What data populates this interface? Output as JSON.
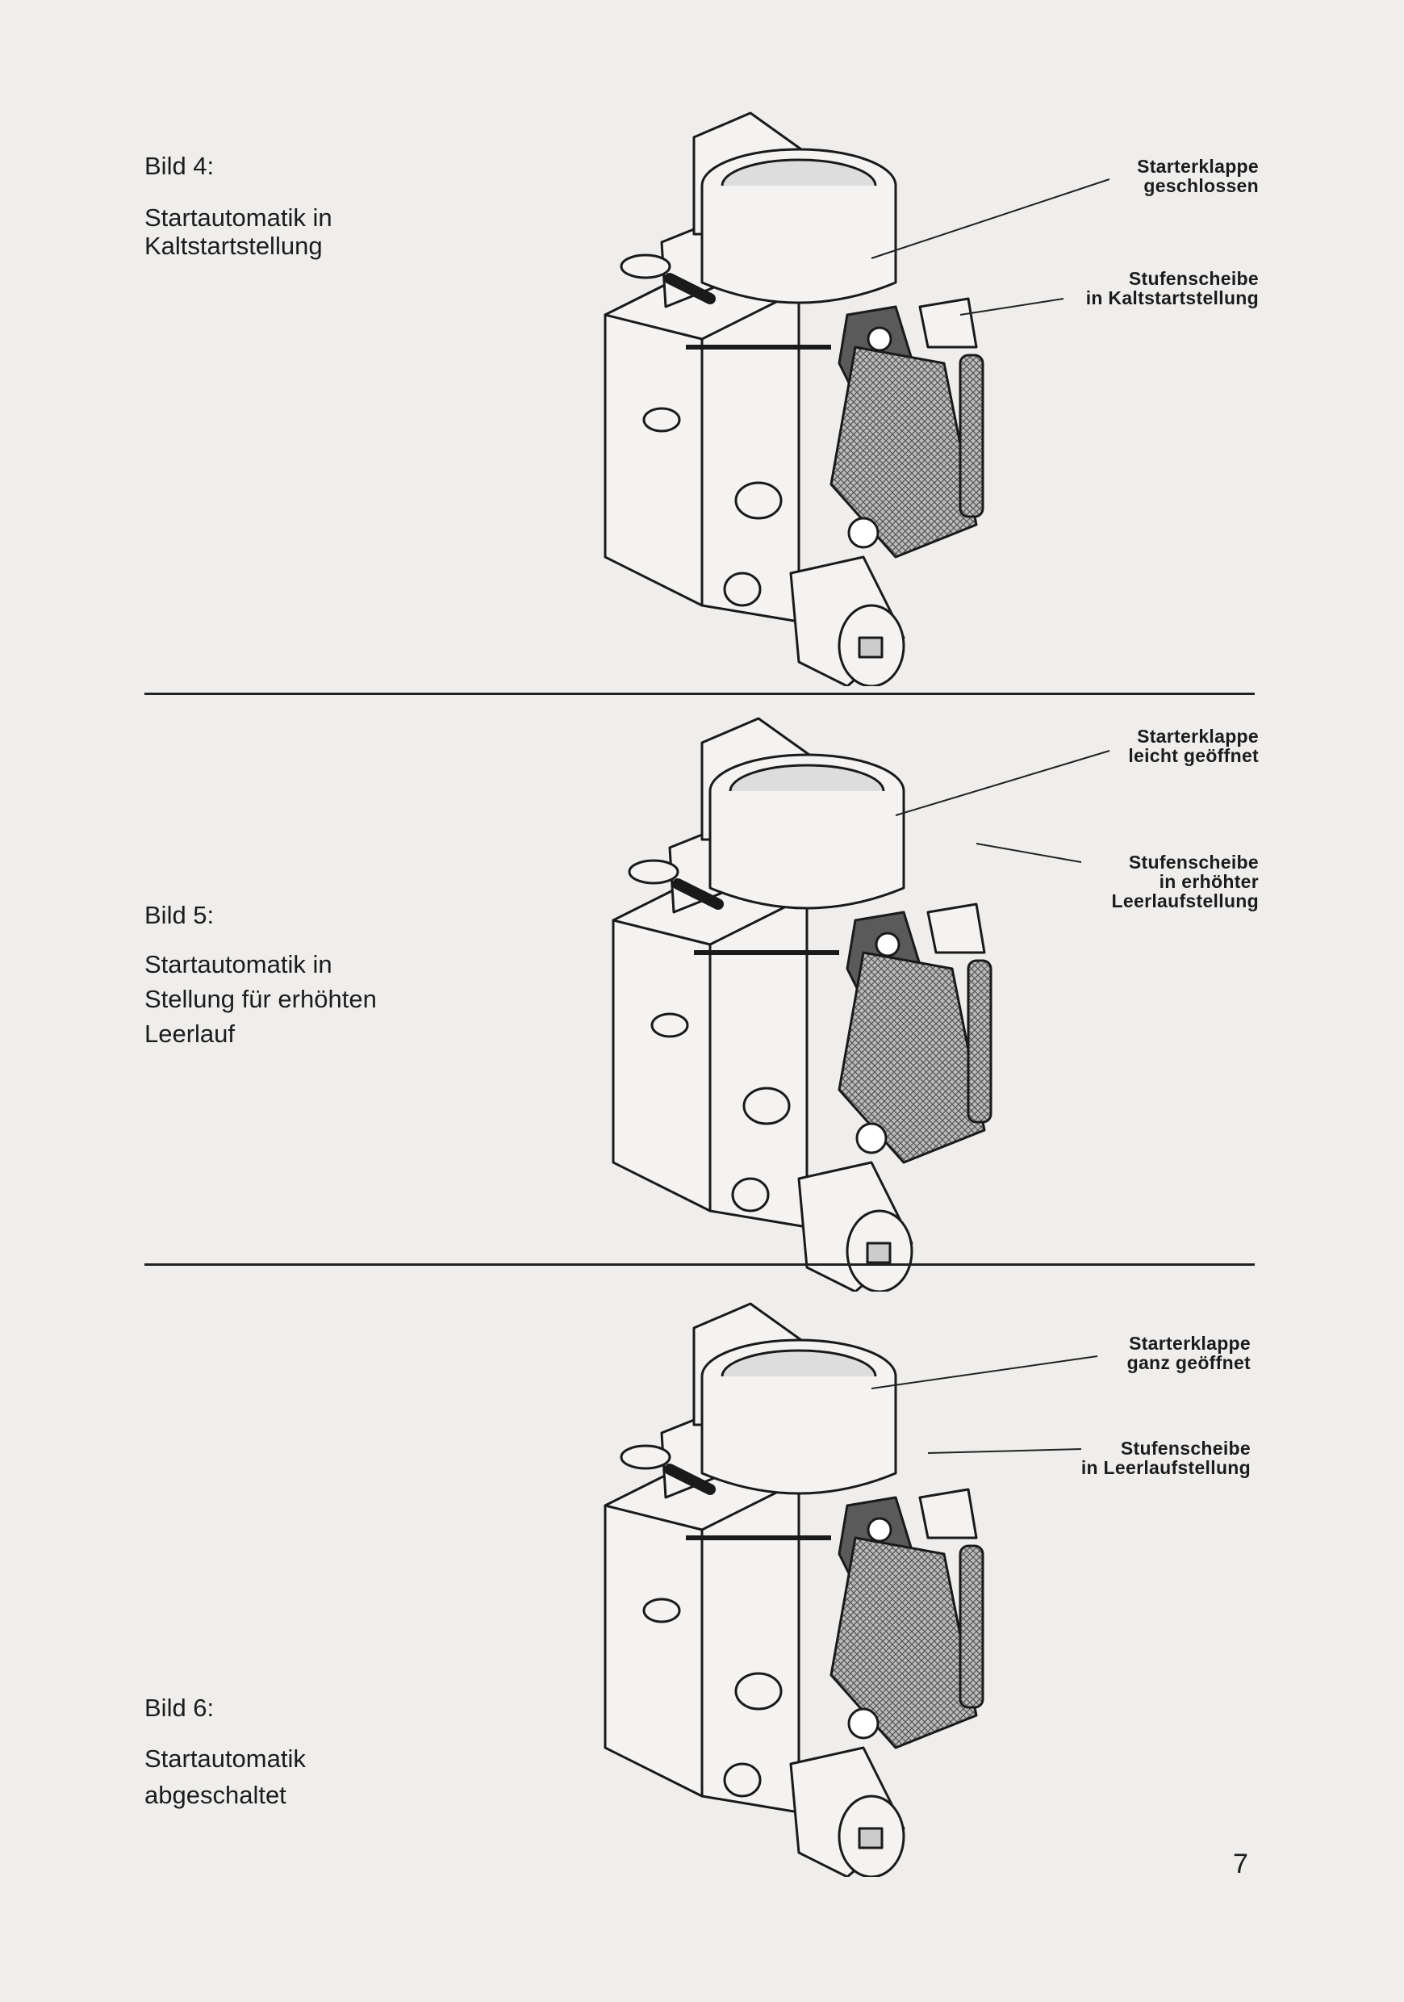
{
  "figures": [
    {
      "title": "Bild 4:",
      "caption_lines": [
        "Startautomatik in",
        "Kaltstartstellung"
      ],
      "labels": [
        {
          "lines": [
            "Starterklappe",
            "geschlossen"
          ]
        },
        {
          "lines": [
            "Stufenscheibe",
            "in Kaltstartstellung"
          ]
        }
      ]
    },
    {
      "title": "Bild 5:",
      "caption_lines": [
        "Startautomatik in",
        "Stellung für erhöhten",
        "Leerlauf"
      ],
      "labels": [
        {
          "lines": [
            "Starterklappe",
            "leicht geöffnet"
          ]
        },
        {
          "lines": [
            "Stufenscheibe",
            "in erhöhter",
            "Leerlaufstellung"
          ]
        }
      ]
    },
    {
      "title": "Bild 6:",
      "caption_lines": [
        "Startautomatik",
        "abgeschaltet"
      ],
      "labels": [
        {
          "lines": [
            "Starterklappe",
            "ganz geöffnet"
          ]
        },
        {
          "lines": [
            "Stufenscheibe",
            "in Leerlaufstellung"
          ]
        }
      ]
    }
  ],
  "page_number": "7"
}
